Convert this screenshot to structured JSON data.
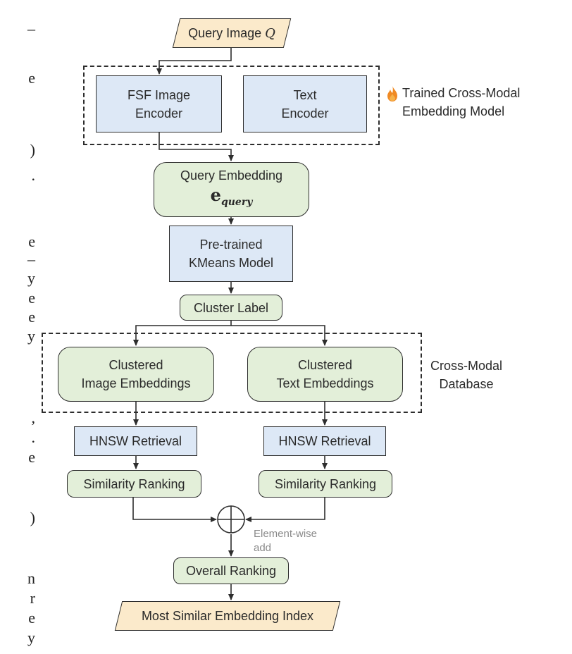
{
  "left_margin_fragments": [
    "–",
    "e",
    ")",
    ".",
    "e",
    "–",
    "y",
    "e",
    "e",
    "y",
    ",",
    ".",
    "e",
    ")",
    "n",
    "r",
    "e",
    "y"
  ],
  "nodes": {
    "query_image": {
      "text": "Query Image ",
      "var": "Q"
    },
    "fsf_encoder": {
      "line1": "FSF Image",
      "line2": "Encoder"
    },
    "text_encoder": {
      "line1": "Text",
      "line2": "Encoder"
    },
    "trained_model_label": {
      "line1": "Trained Cross-Modal",
      "line2": "Embedding Model"
    },
    "query_embedding": {
      "line1": "Query Embedding",
      "symbol": "e",
      "subscript": "query"
    },
    "kmeans": {
      "line1": "Pre-trained",
      "line2": "KMeans Model"
    },
    "cluster_label": "Cluster Label",
    "clustered_image": {
      "line1": "Clustered",
      "line2": "Image Embeddings"
    },
    "clustered_text": {
      "line1": "Clustered",
      "line2": "Text Embeddings"
    },
    "database_label": {
      "line1": "Cross-Modal",
      "line2": "Database"
    },
    "hnsw_left": "HNSW Retrieval",
    "hnsw_right": "HNSW Retrieval",
    "similarity_left": "Similarity Ranking",
    "similarity_right": "Similarity Ranking",
    "elementwise_label": {
      "line1": "Element-wise",
      "line2": "add"
    },
    "overall_ranking": "Overall Ranking",
    "output": "Most Similar Embedding Index"
  },
  "colors": {
    "encoder_blue": "#dde8f6",
    "embedding_green": "#e3efd9",
    "io_orange": "#fbeacb",
    "flame": "#f08a24"
  },
  "icons": [
    "flame-icon",
    "plus-circle-icon"
  ]
}
